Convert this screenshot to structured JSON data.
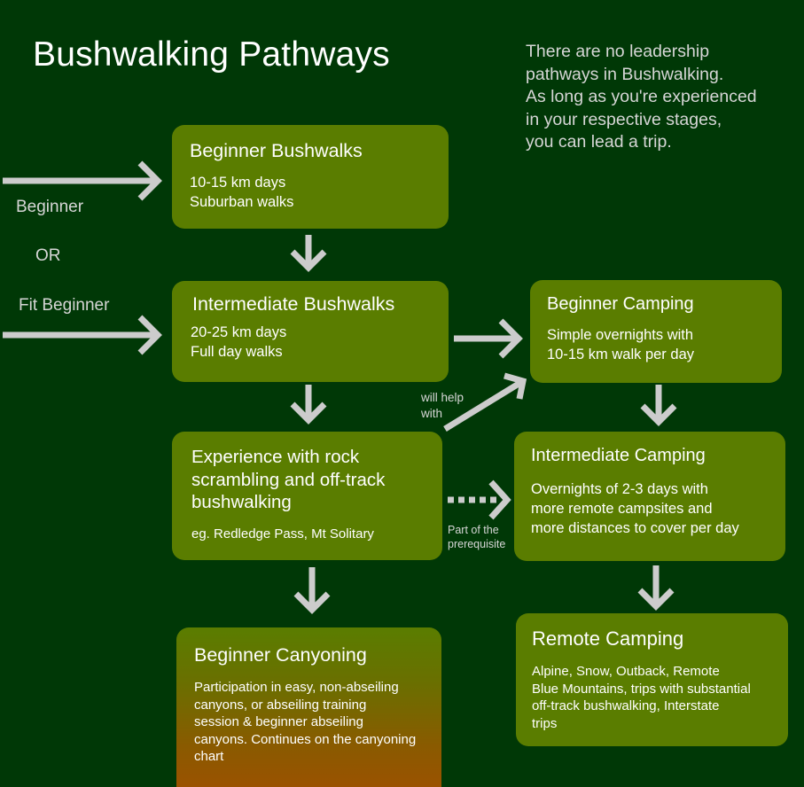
{
  "title": "Bushwalking Pathways",
  "note": "There are no leadership\npathways in Bushwalking.\nAs long as you're experienced\nin your respective stages,\nyou can lead a trip.",
  "entry_labels": {
    "beginner": "Beginner",
    "or": "OR",
    "fit_beginner": "Fit Beginner"
  },
  "nodes": {
    "beginner_bushwalks": {
      "title": "Beginner Bushwalks",
      "body": "10-15 km days\nSuburban walks"
    },
    "intermediate_bushwalks": {
      "title": "Intermediate Bushwalks",
      "body": "20-25 km days\nFull day walks"
    },
    "rock_scrambling": {
      "title": "Experience with rock\nscrambling and off-track\nbushwalking",
      "body": "eg. Redledge Pass, Mt Solitary"
    },
    "beginner_canyoning": {
      "title": "Beginner Canyoning",
      "body": "Participation in easy, non-abseiling\ncanyons, or abseiling training\nsession & beginner abseiling\ncanyons. Continues on the canyoning\nchart"
    },
    "beginner_camping": {
      "title": "Beginner Camping",
      "body": "Simple overnights with\n10-15 km walk per day"
    },
    "intermediate_camping": {
      "title": "Intermediate Camping",
      "body": "Overnights of 2-3 days with\nmore remote campsites and\nmore distances to cover per day"
    },
    "remote_camping": {
      "title": "Remote Camping",
      "body": "Alpine, Snow, Outback, Remote\nBlue Mountains, trips with substantial\noff-track bushwalking, Interstate\ntrips"
    }
  },
  "edge_labels": {
    "will_help_with": "will help\nwith",
    "part_of_prerequisite": "Part of the\nprerequisite"
  },
  "colors": {
    "background": "#003806",
    "box": "#5a7d00",
    "canyon_gradient_end": "#9a5200",
    "arrow": "#cccccc",
    "text": "#ffffff",
    "muted_text": "#d6d6d6"
  }
}
